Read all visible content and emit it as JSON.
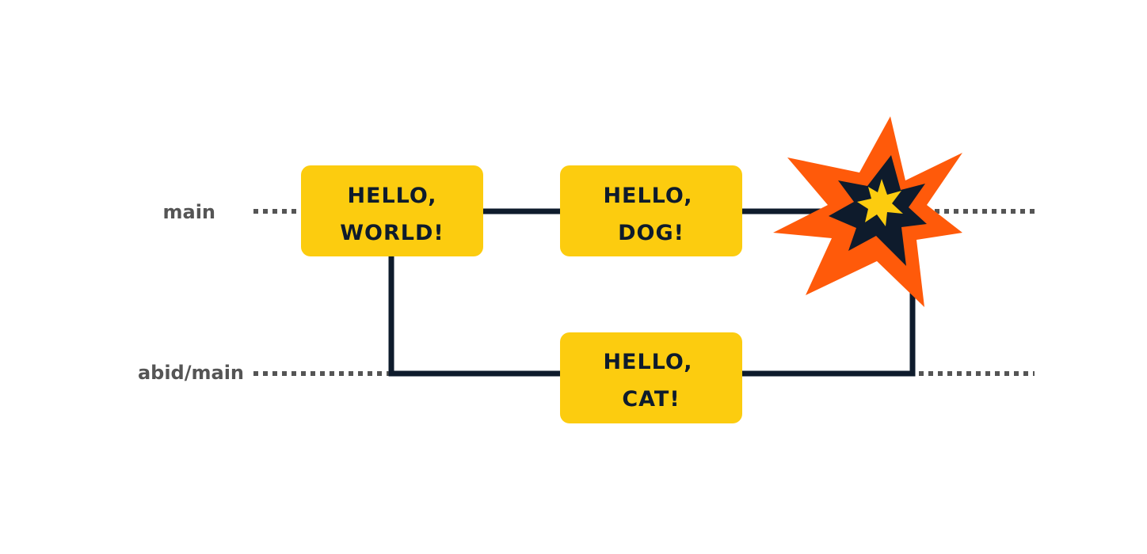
{
  "branches": {
    "main": "main",
    "feature": "abid/main"
  },
  "commits": {
    "hello_world": {
      "line1": "HELLO,",
      "line2": "WORLD!"
    },
    "hello_dog": {
      "line1": "HELLO,",
      "line2": "DOG!"
    },
    "hello_cat": {
      "line1": "HELLO,",
      "line2": "CAT!"
    }
  },
  "colors": {
    "commit_fill": "#fccc0f",
    "line": "#0e1b2c",
    "dotted": "#555555",
    "explosion_outer": "#ff5a0a",
    "explosion_middle": "#0e1b2c",
    "explosion_inner": "#fccc0f"
  },
  "icons": {
    "merge_conflict": "explosion-icon"
  }
}
